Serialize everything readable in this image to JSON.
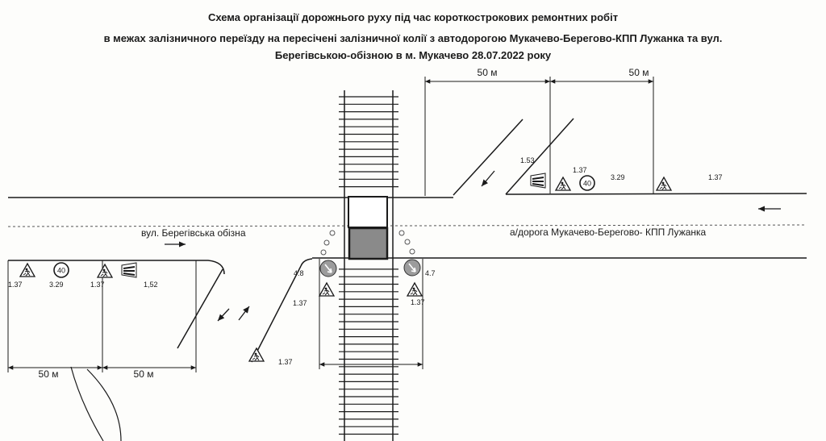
{
  "title": {
    "line1": "Схема організації дорожнього руху під час короткострокових ремонтних робіт",
    "line2": "в межах залізничного  переїзду на пересічені залізничної колії  з автодорогою Мукачево-Берегово-КПП Лужанка та вул.",
    "line3": "Берегівською-обізною в м. Мукачево  28.07.2022 року"
  },
  "streets": {
    "left": "вул. Берегівська обізна",
    "right": "а/дорога Мукачево-Берегово- КПП Лужанка"
  },
  "dimensions": {
    "top_left": "50 м",
    "top_right": "50 м",
    "bottom_left": "50 м",
    "bottom_right": "50 м"
  },
  "signs": {
    "speed_limit": "40",
    "roadworks_code": "1.37",
    "speed_code": "3.29",
    "lane_code_right": "1.53",
    "lane_code_left": "1,52",
    "narrowing_code": "4.7",
    "narrowing_code_left": "4.8"
  }
}
